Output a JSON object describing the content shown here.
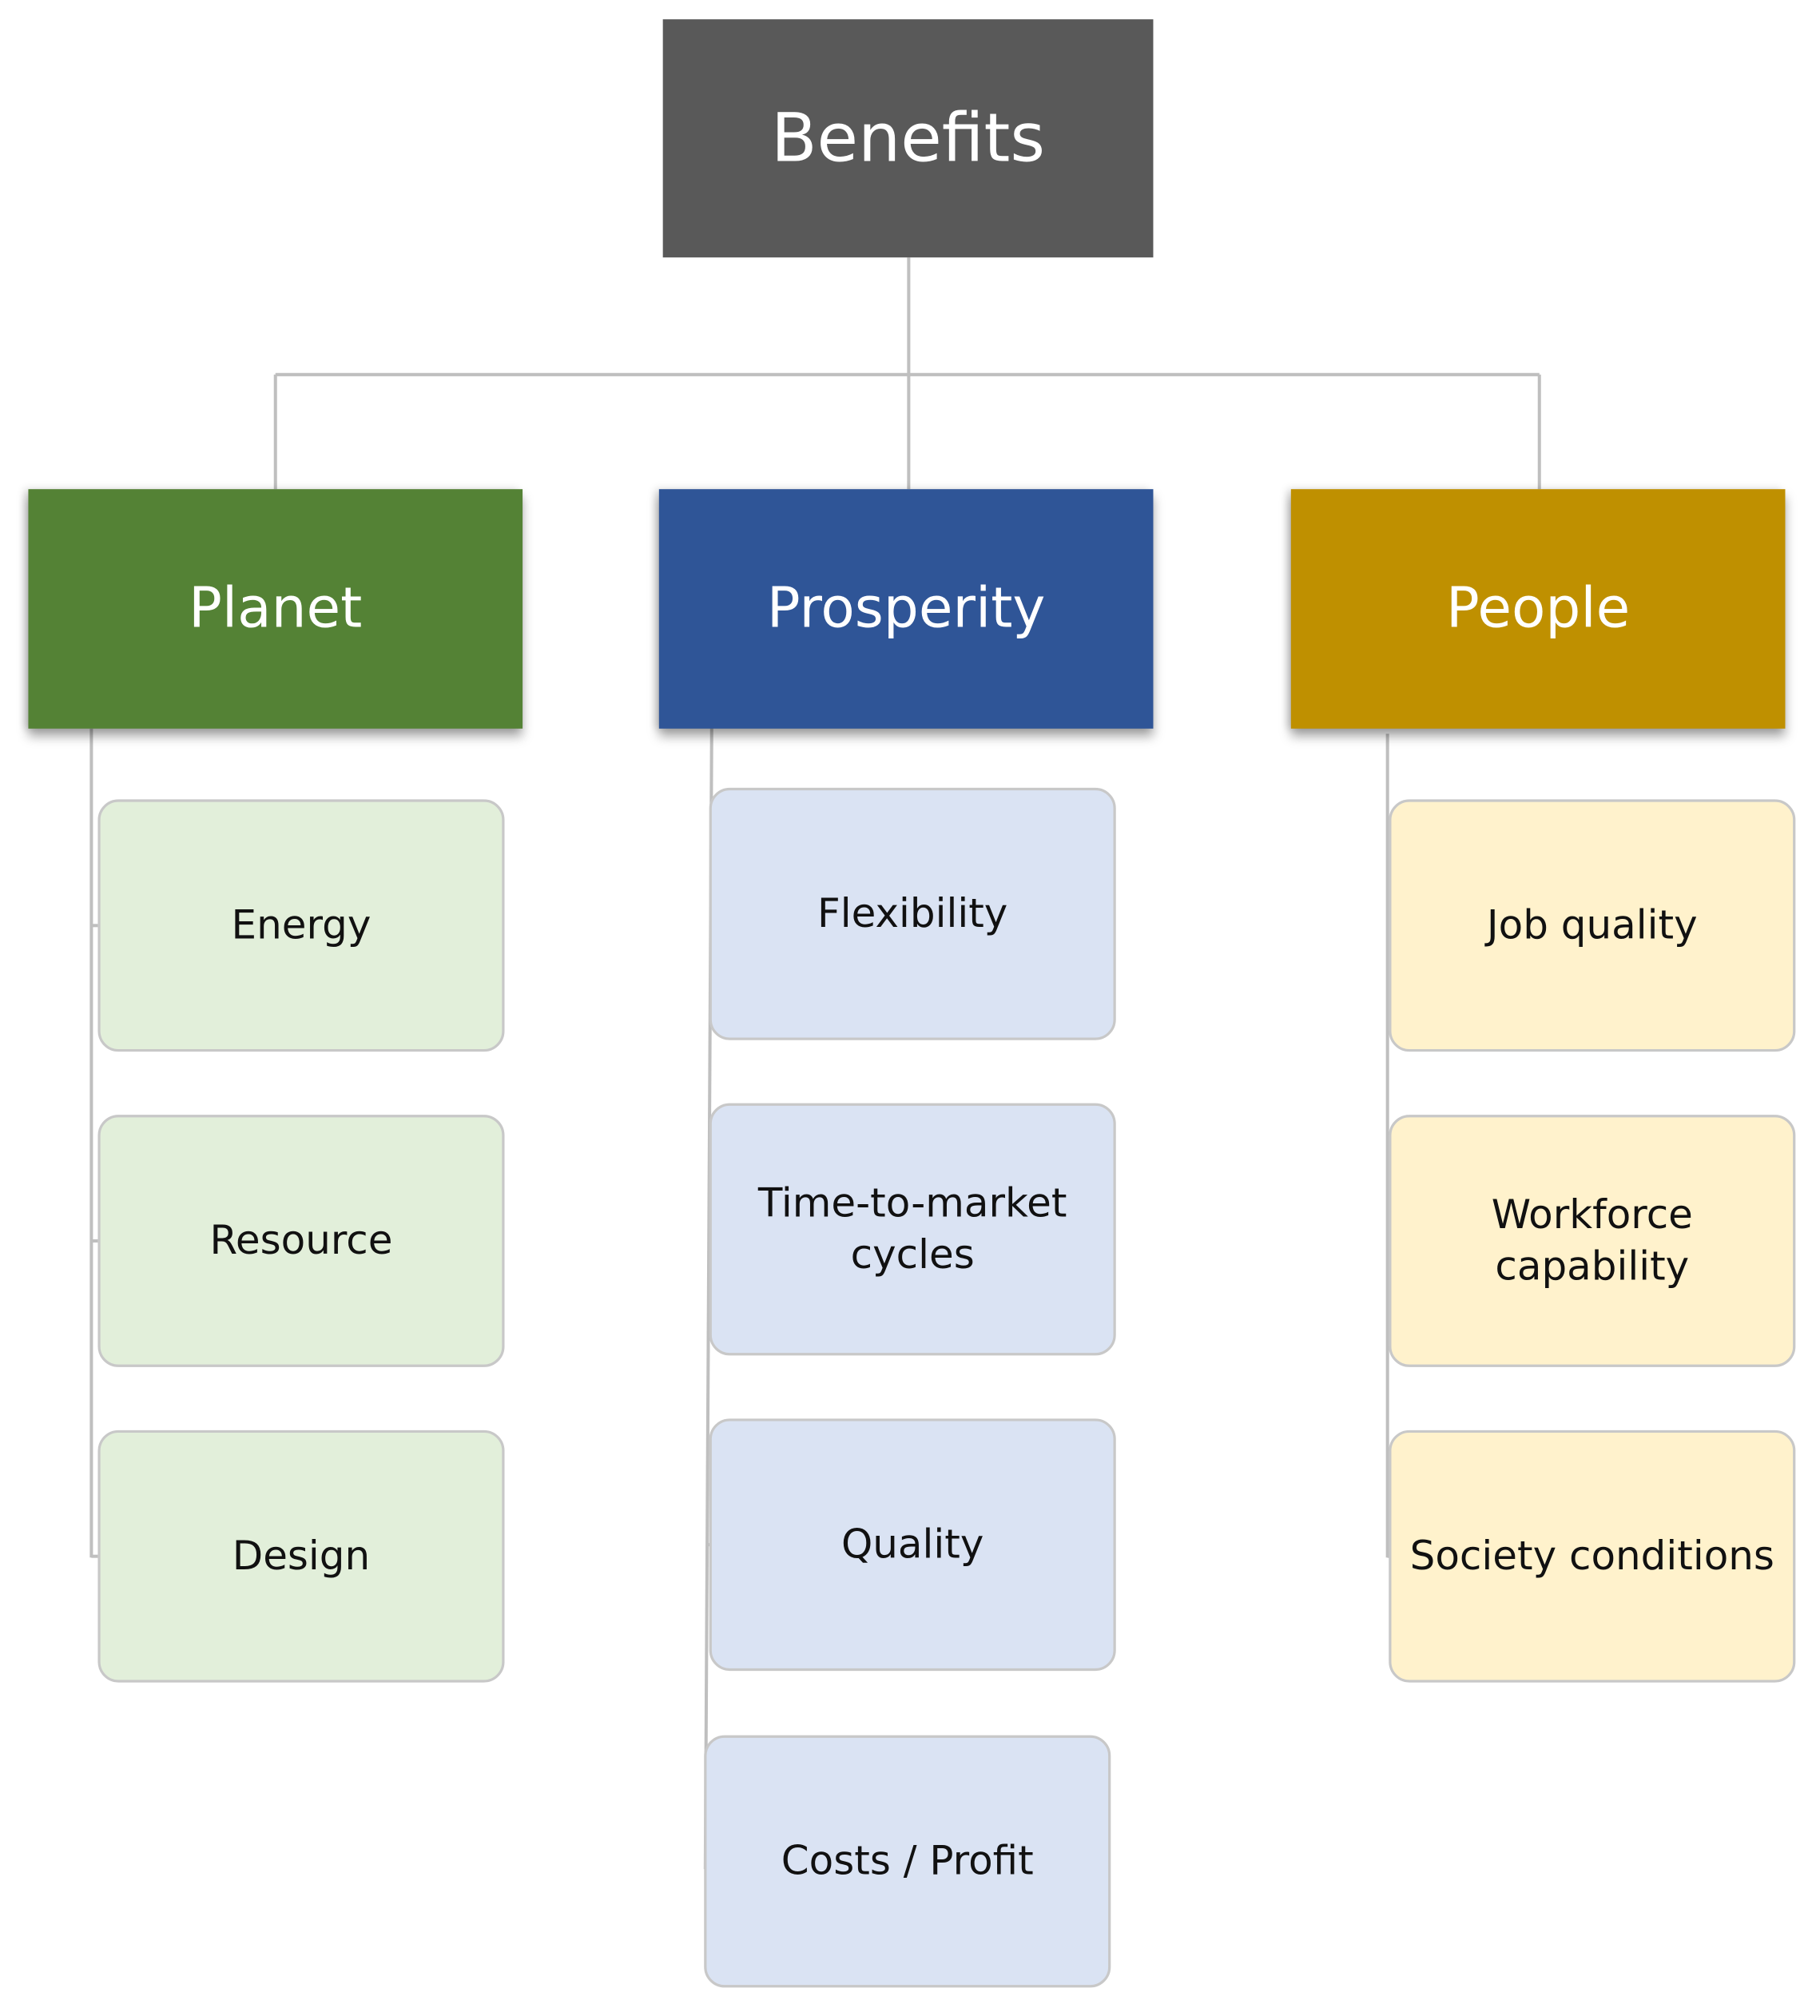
{
  "diagram": {
    "root": {
      "label": "Benefits",
      "color": "#595959"
    },
    "categories": [
      {
        "id": "planet",
        "label": "Planet",
        "color": "#548235",
        "leaf_color": "#e2efda",
        "items": [
          "Energy",
          "Resource",
          "Design"
        ]
      },
      {
        "id": "prosperity",
        "label": "Prosperity",
        "color": "#2f5597",
        "leaf_color": "#dae3f3",
        "items": [
          "Flexibility",
          "Time-to-market\ncycles",
          "Quality",
          "Costs / Profit"
        ]
      },
      {
        "id": "people",
        "label": "People",
        "color": "#bf9000",
        "leaf_color": "#fff2cc",
        "items": [
          "Job quality",
          "Workforce\ncapability",
          "Society conditions"
        ]
      }
    ],
    "connector_color": "#bfbfbf"
  }
}
